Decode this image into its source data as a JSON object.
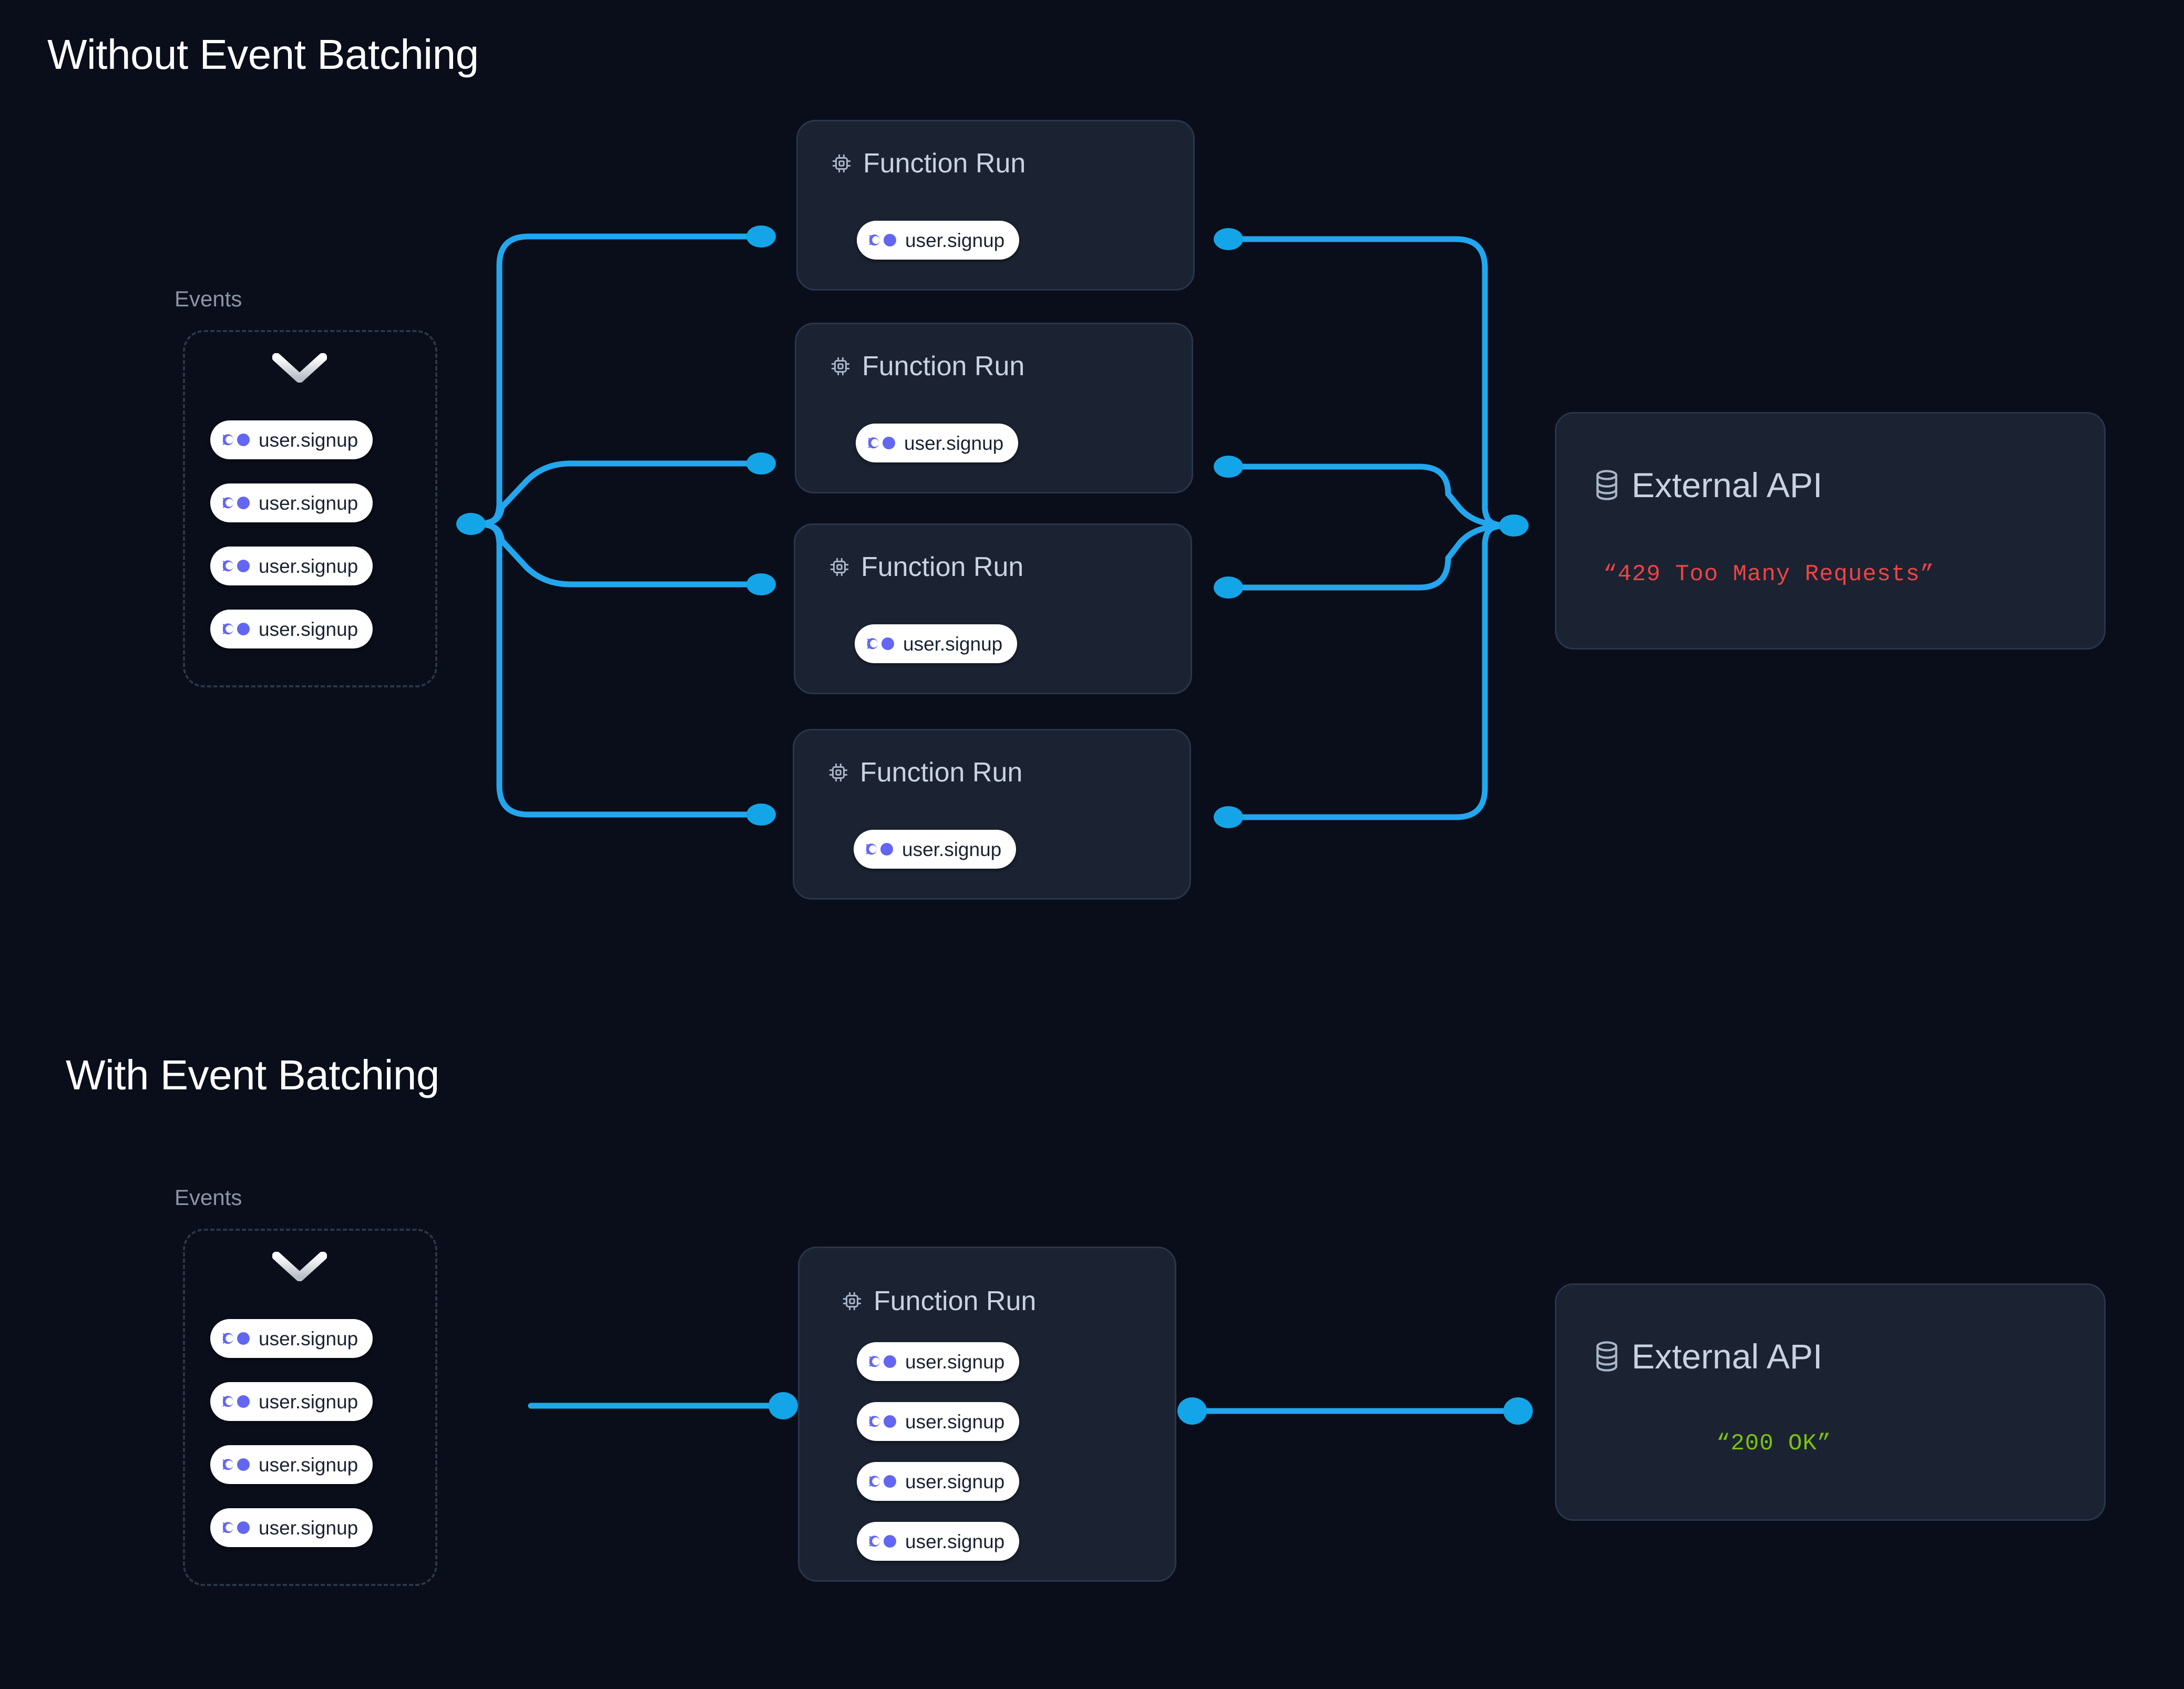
{
  "page": {
    "background": "#0a0e1a",
    "accent_line": "#22a7ee",
    "accent_dot": "#14a5e8",
    "event_icon_color": "#6366f1",
    "card_bg": "#1b2332",
    "card_border": "#29354a",
    "error_color": "#ef4444",
    "success_color": "#7dc10f"
  },
  "sections": [
    {
      "id": "without",
      "title": "Without Event Batching",
      "events": {
        "caption": "Events",
        "chevron_icon": "chevron-down-icon",
        "pills": [
          {
            "icon": "event-motion-icon",
            "label": "user.signup"
          },
          {
            "icon": "event-motion-icon",
            "label": "user.signup"
          },
          {
            "icon": "event-motion-icon",
            "label": "user.signup"
          },
          {
            "icon": "event-motion-icon",
            "label": "user.signup"
          }
        ]
      },
      "function_runs": [
        {
          "icon": "cpu-chip-icon",
          "title": "Function Run",
          "pills": [
            {
              "label": "user.signup"
            }
          ]
        },
        {
          "icon": "cpu-chip-icon",
          "title": "Function Run",
          "pills": [
            {
              "label": "user.signup"
            }
          ]
        },
        {
          "icon": "cpu-chip-icon",
          "title": "Function Run",
          "pills": [
            {
              "label": "user.signup"
            }
          ]
        },
        {
          "icon": "cpu-chip-icon",
          "title": "Function Run",
          "pills": [
            {
              "label": "user.signup"
            }
          ]
        }
      ],
      "external_api": {
        "icon": "database-icon",
        "title": "External API",
        "status": "“429 Too Many Requests”",
        "status_color": "#ef4444"
      }
    },
    {
      "id": "with",
      "title": "With Event Batching",
      "events": {
        "caption": "Events",
        "chevron_icon": "chevron-down-icon",
        "pills": [
          {
            "icon": "event-motion-icon",
            "label": "user.signup"
          },
          {
            "icon": "event-motion-icon",
            "label": "user.signup"
          },
          {
            "icon": "event-motion-icon",
            "label": "user.signup"
          },
          {
            "icon": "event-motion-icon",
            "label": "user.signup"
          }
        ]
      },
      "function_runs": [
        {
          "icon": "cpu-chip-icon",
          "title": "Function Run",
          "pills": [
            {
              "label": "user.signup"
            },
            {
              "label": "user.signup"
            },
            {
              "label": "user.signup"
            },
            {
              "label": "user.signup"
            }
          ]
        }
      ],
      "external_api": {
        "icon": "database-icon",
        "title": "External API",
        "status": "“200 OK”",
        "status_color": "#7dc10f"
      }
    }
  ]
}
